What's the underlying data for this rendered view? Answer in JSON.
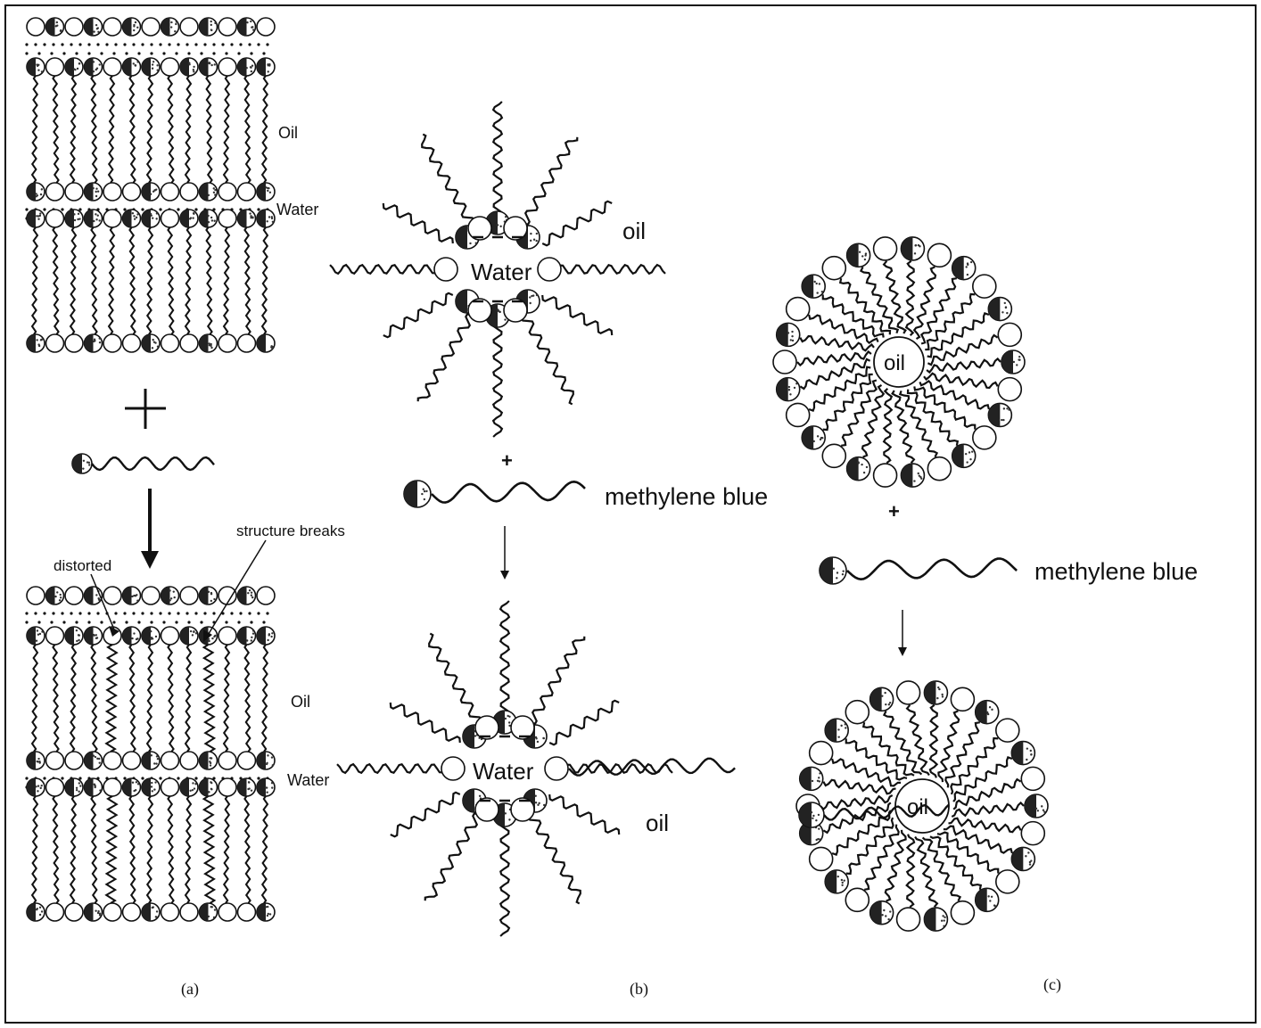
{
  "panel_a": {
    "label_oil_top": "Oil",
    "label_water_top": "Water",
    "plus_sign": "+",
    "label_distorted": "distorted",
    "label_structure_breaks": "structure breaks",
    "label_oil_bottom": "Oil",
    "label_water_bottom": "Water",
    "caption": "(a)"
  },
  "panel_b": {
    "label_water_top": "Water",
    "label_oil_top": "oil",
    "plus_sign": "+",
    "label_methylene_blue": "methylene blue",
    "label_water_bottom": "Water",
    "label_oil_bottom": "oil",
    "caption": "(b)"
  },
  "panel_c": {
    "label_oil_top": "oil",
    "plus_sign": "+",
    "label_methylene_blue": "methylene blue",
    "label_oil_bottom": "oil",
    "caption": "(c)"
  },
  "colors": {
    "ink": "#111111",
    "background": "#ffffff",
    "headgroup_fill": "#ffffff"
  }
}
